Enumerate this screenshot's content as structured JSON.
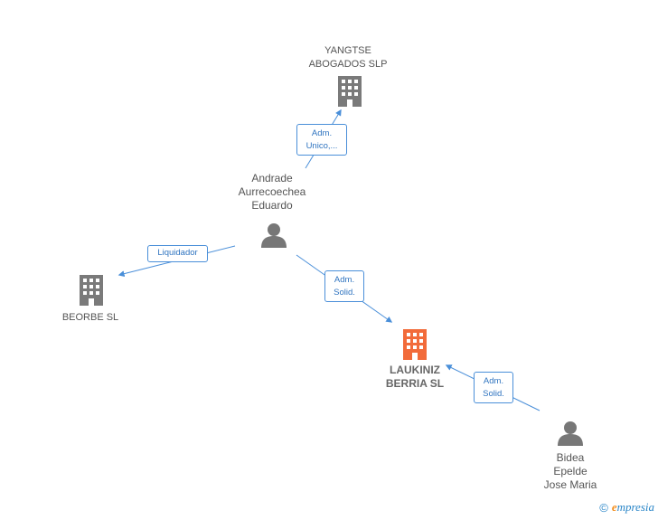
{
  "colors": {
    "edge": "#4a8fd9",
    "company": "#7a7a7a",
    "focus_company": "#f26b3a",
    "person": "#777777"
  },
  "nodes": {
    "yangtse": {
      "label": "YANGTSE\nABOGADOS  SLP",
      "type": "company",
      "icon": "building-icon"
    },
    "andrade": {
      "label": "Andrade\nAurrecoechea\nEduardo",
      "type": "person",
      "icon": "person-icon"
    },
    "beorbe": {
      "label": "BEORBE SL",
      "type": "company",
      "icon": "building-icon"
    },
    "laukiniz": {
      "label": "LAUKINIZ\nBERRIA  SL",
      "type": "focus-company",
      "icon": "building-icon"
    },
    "bidea": {
      "label": "Bidea\nEpelde\nJose Maria",
      "type": "person",
      "icon": "person-icon"
    }
  },
  "edges": {
    "andrade_yangtse": {
      "label": "Adm.\nUnico,..."
    },
    "andrade_beorbe": {
      "label": "Liquidador"
    },
    "andrade_laukiniz": {
      "label": "Adm.\nSolid."
    },
    "bidea_laukiniz": {
      "label": "Adm.\nSolid."
    }
  },
  "footer": {
    "copyright_symbol": "©",
    "brand_initial": "e",
    "brand_rest": "mpresia"
  }
}
